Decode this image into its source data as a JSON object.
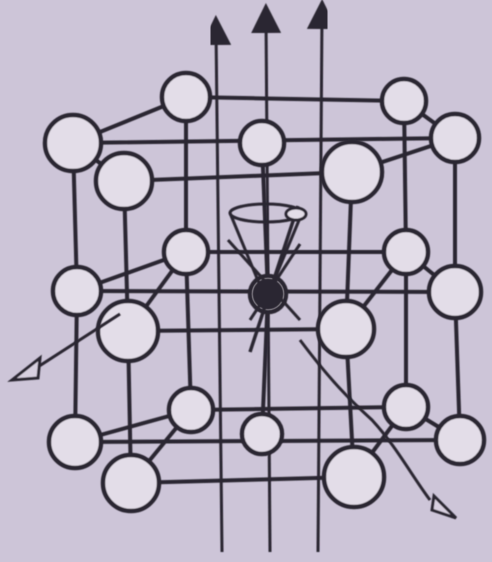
{
  "diagram": {
    "kind": "crystal-lattice-with-ion-beam",
    "colors": {
      "background": "#cdc5d8",
      "ink": "#2a2630"
    },
    "elements": {
      "atoms": "lattice-atom",
      "bonds": "lattice-bond",
      "beam_arrows": "beam-arrow",
      "scattered_arrows": "scattered-arrow",
      "cone": "acceptance-cone",
      "interstitial": "interstitial-atom"
    }
  }
}
